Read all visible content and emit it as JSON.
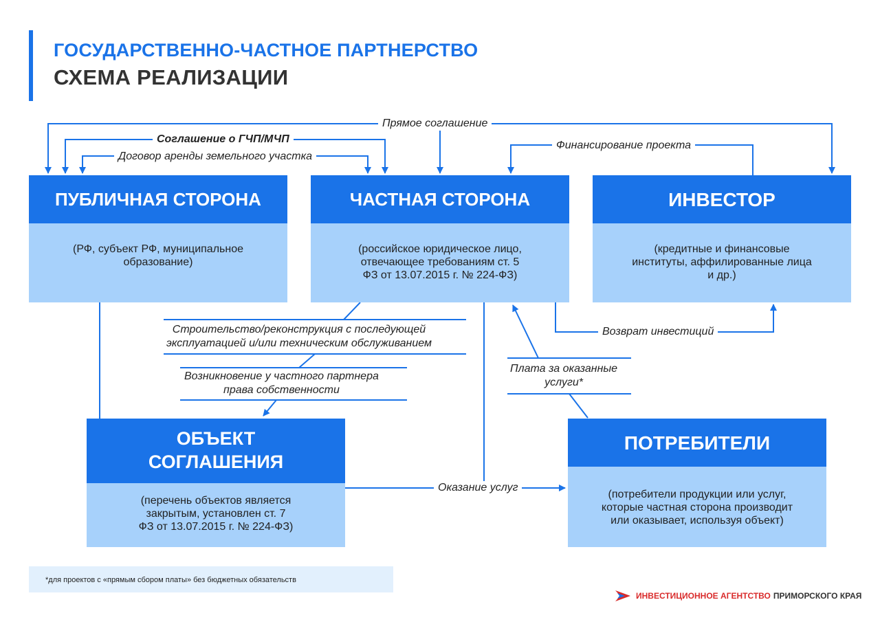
{
  "title": {
    "line1": "ГОСУДАРСТВЕННО-ЧАСТНОЕ ПАРТНЕРСТВО",
    "line2": "СХЕМА РЕАЛИЗАЦИИ"
  },
  "nodes": {
    "public": {
      "title": "ПУБЛИЧНАЯ СТОРОНА",
      "desc": [
        "(РФ, субъект РФ, муниципальное",
        "образование)"
      ]
    },
    "private": {
      "title": "ЧАСТНАЯ СТОРОНА",
      "desc": [
        "(российское юридическое лицо,",
        "отвечающее требованиям ст. 5",
        "ФЗ от 13.07.2015 г. № 224-ФЗ)"
      ]
    },
    "investor": {
      "title": "ИНВЕСТОР",
      "desc": [
        "(кредитные и финансовые",
        "институты, аффилированные лица",
        "и др.)"
      ]
    },
    "object": {
      "title": [
        "ОБЪЕКТ",
        "СОГЛАШЕНИЯ"
      ],
      "desc": [
        "(перечень объектов является",
        "закрытым, установлен ст. 7",
        "ФЗ от 13.07.2015 г. № 224-ФЗ)"
      ]
    },
    "consumers": {
      "title": "ПОТРЕБИТЕЛИ",
      "desc": [
        "(потребители продукции или услуг,",
        "которые частная сторона производит",
        "или оказывает, используя объект)"
      ]
    }
  },
  "edges": {
    "direct_agreement": "Прямое соглашение",
    "ppp_agreement": "Соглашение о ГЧП/МЧП",
    "land_lease": "Договор аренды земельного участка",
    "project_financing": "Финансирование проекта",
    "construction": [
      "Строительство/реконструкция с последующей",
      "эксплуатацией и/или техническим обслуживанием"
    ],
    "ownership": [
      "Возникновение у частного партнера",
      "права собственности"
    ],
    "investment_return": "Возврат инвестиций",
    "service_payment": [
      "Плата за оказанные",
      "услуги*"
    ],
    "service_provision": "Оказание услуг"
  },
  "footnote": "*для проектов с «прямым сбором платы» без бюджетных обязательств",
  "brand": {
    "part1": "ИНВЕСТИЦИОННОЕ АГЕНТСТВО",
    "part2": "ПРИМОРСКОГО КРАЯ"
  },
  "colors": {
    "accent": "#1a73e8",
    "box_light": "#a7d1fb",
    "text_dark": "#333333",
    "brand_red": "#d92b2b",
    "footnote_bg": "#e2f0fd"
  }
}
